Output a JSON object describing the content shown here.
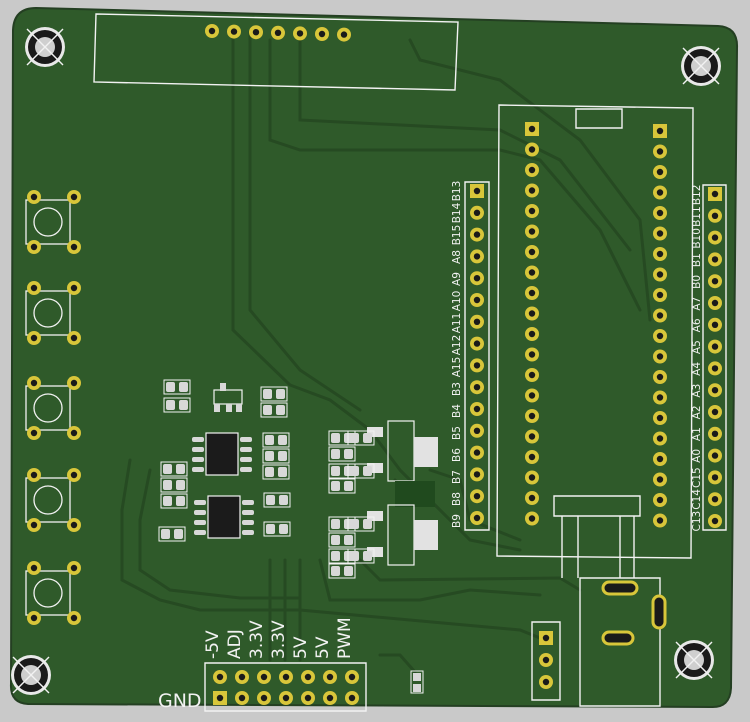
{
  "colors": {
    "background": "#c9c9c9",
    "board": "#2f5a2a",
    "trace": "#264a22",
    "silk": "#f2f2f2",
    "pad": "#d8c63a",
    "copper": "#c9b638"
  },
  "header_labels": {
    "left": [
      "B13",
      "B14",
      "B15",
      "A8",
      "A9",
      "A10",
      "A11",
      "A12",
      "A15",
      "B3",
      "B4",
      "B5",
      "B6",
      "B7",
      "B8",
      "B9"
    ],
    "right": [
      "B12",
      "B11",
      "B10",
      "B1",
      "B0",
      "A7",
      "A6",
      "A5",
      "A4",
      "A3",
      "A2",
      "A1",
      "A0",
      "C15",
      "C14",
      "C13"
    ]
  },
  "power_header": {
    "labels": [
      "-5V",
      "ADJ",
      "3.3V",
      "3.3V",
      "5V",
      "5V",
      "PWM"
    ],
    "gnd_label": "GND"
  },
  "icons": {
    "mounting_hole": "mounting-hole-icon",
    "push_button": "tactile-switch-icon"
  }
}
